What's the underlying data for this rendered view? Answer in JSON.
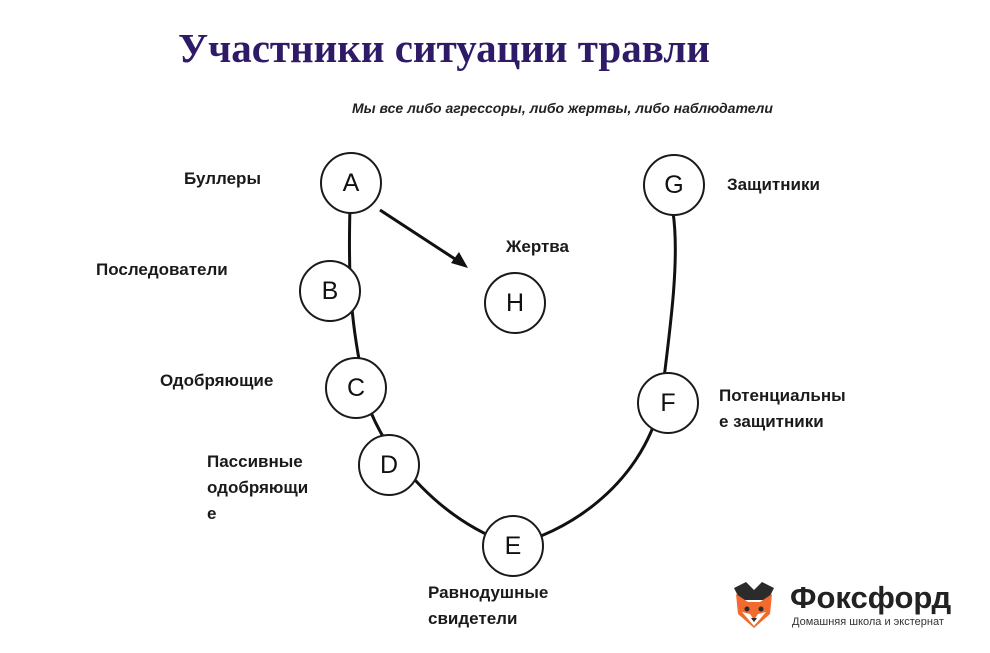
{
  "title": "Участники ситуации травли",
  "subtitle": "Мы все либо агрессоры, либо жертвы, либо наблюдатели",
  "nodes": {
    "A": "A",
    "B": "B",
    "C": "C",
    "D": "D",
    "E": "E",
    "F": "F",
    "G": "G",
    "H": "H"
  },
  "roles": {
    "A": [
      "Буллеры"
    ],
    "B": [
      "Последователи"
    ],
    "C": [
      "Одобряющие"
    ],
    "D": [
      "Пассивные",
      "одобряющи",
      "е"
    ],
    "E": [
      "Равнодушные",
      "свидетели"
    ],
    "F": [
      "Потенциальны",
      "е защитники"
    ],
    "G": [
      "Защитники"
    ],
    "H": [
      "Жертва"
    ]
  },
  "logo": {
    "brand": "Фоксфорд",
    "tagline": "Домашняя школа и экстернат"
  },
  "colors": {
    "title": "#2e1a66",
    "fox": "#f26b2e"
  }
}
